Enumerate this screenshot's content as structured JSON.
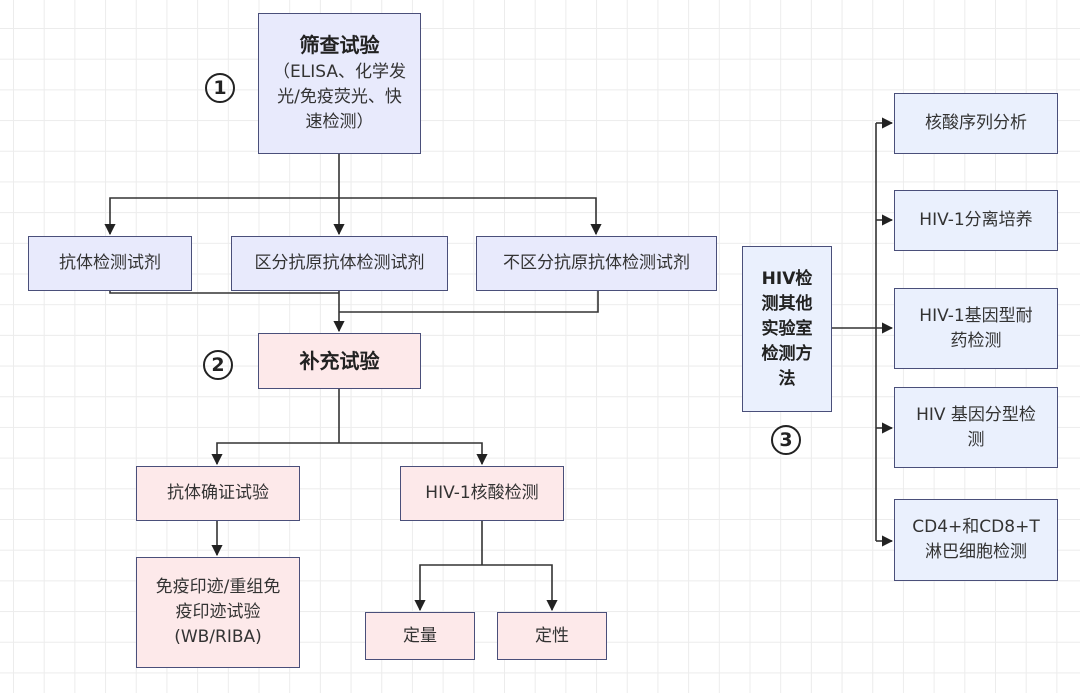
{
  "diagram": {
    "markers": [
      "1",
      "2",
      "3"
    ],
    "screening": {
      "title": "筛查试验",
      "detail_lines": [
        "（ELISA、化学发",
        "光/免疫荧光、快",
        "速检测）"
      ]
    },
    "reagents": [
      {
        "label": "抗体检测试剂"
      },
      {
        "label": "区分抗原抗体检测试剂"
      },
      {
        "label": "不区分抗原抗体检测试剂"
      }
    ],
    "supplementary": {
      "title": "补充试验"
    },
    "antibody_confirm": {
      "label": "抗体确证试验"
    },
    "wb": {
      "lines": [
        "免疫印迹/重组免",
        "疫印迹试验",
        "(WB/RIBA)"
      ]
    },
    "nucleic": {
      "label": "HIV-1核酸检测"
    },
    "quantitative": {
      "label": "定量"
    },
    "qualitative": {
      "label": "定性"
    },
    "other_methods": {
      "lines": [
        "HIV检",
        "测其他",
        "实验室",
        "检测方",
        "法"
      ]
    },
    "other_items": [
      {
        "lines": [
          "核酸序列分析"
        ]
      },
      {
        "lines": [
          "HIV-1分离培养"
        ]
      },
      {
        "lines": [
          "HIV-1基因型耐",
          "药检测"
        ]
      },
      {
        "lines": [
          "HIV 基因分型检",
          "测"
        ]
      },
      {
        "lines": [
          "CD4+和CD8+T",
          "淋巴细胞检测"
        ]
      }
    ],
    "colors": {
      "blue_fill": "#e8eafc",
      "pink_fill": "#fde9ea",
      "border": "#4a4f7a",
      "line": "#333333"
    }
  }
}
